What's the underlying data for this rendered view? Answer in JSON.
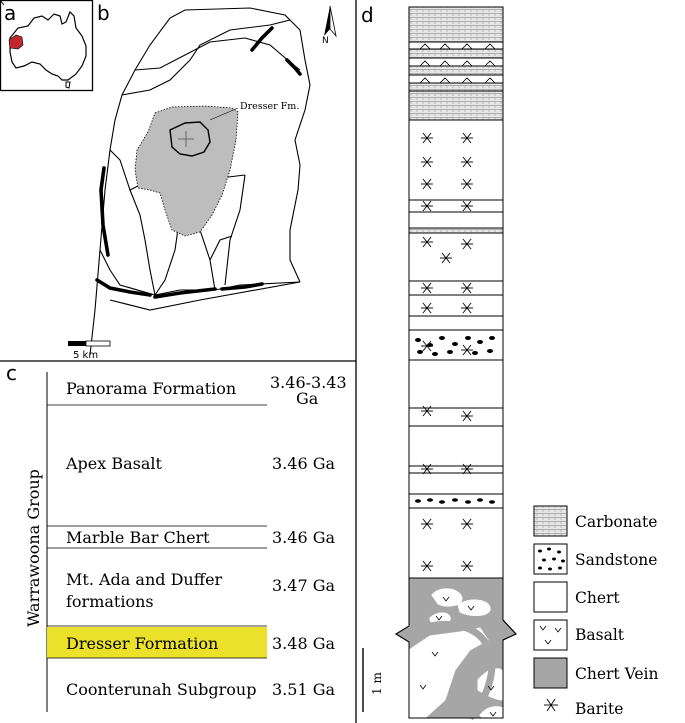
{
  "panels": {
    "a": "a",
    "b": "b",
    "c": "c",
    "d": "d"
  },
  "map": {
    "north_label": "N",
    "formation_label": "Dresser Fm.",
    "scale_label": "5 km"
  },
  "strat": {
    "group_label": "Warrawoona Group",
    "units": [
      {
        "name": "Panorama Formation",
        "age": "3.46-3.43 Ga",
        "age_line1": "3.46-3.43",
        "age_line2": "Ga",
        "highlight": false
      },
      {
        "name": "Apex Basalt",
        "age": "3.46 Ga",
        "highlight": false
      },
      {
        "name": "Marble Bar Chert",
        "age": "3.46 Ga",
        "highlight": false
      },
      {
        "name": "Mt. Ada and Duffer formations",
        "name_line1": "Mt. Ada and Duffer",
        "name_line2": "formations",
        "age": "3.47 Ga",
        "highlight": false
      },
      {
        "name": "Dresser Formation",
        "age": "3.48 Ga",
        "highlight": true
      },
      {
        "name": "Coonterunah Subgroup",
        "age": "3.51 Ga",
        "highlight": false
      }
    ],
    "highlight_color": "#ebe02a"
  },
  "column": {
    "scale_label": "1 m"
  },
  "legend": {
    "items": [
      {
        "label": "Carbonate",
        "pattern": "carbonate"
      },
      {
        "label": "Sandstone",
        "pattern": "sandstone"
      },
      {
        "label": "Chert",
        "pattern": "chert"
      },
      {
        "label": "Basalt",
        "pattern": "basalt"
      },
      {
        "label": "Chert Vein",
        "pattern": "chert-vein"
      },
      {
        "label": "Barite",
        "pattern": "barite"
      }
    ],
    "vein_color": "#a6a6a6"
  },
  "colors": {
    "australia_highlight": "#c0282d",
    "dresser_fill": "#bdbdbd",
    "line": "#000000"
  }
}
